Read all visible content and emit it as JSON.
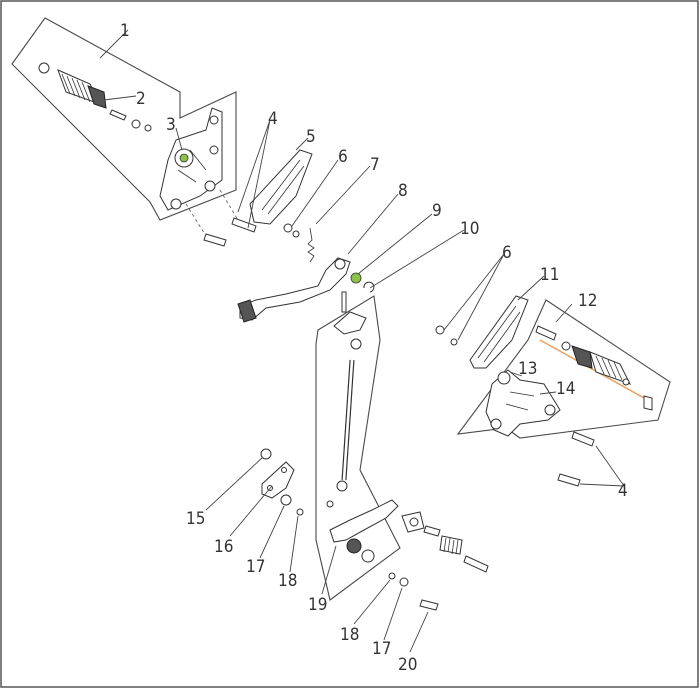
{
  "callouts": [
    {
      "id": "1",
      "label": "1"
    },
    {
      "id": "2",
      "label": "2"
    },
    {
      "id": "3",
      "label": "3"
    },
    {
      "id": "4a",
      "label": "4"
    },
    {
      "id": "5",
      "label": "5"
    },
    {
      "id": "6a",
      "label": "6"
    },
    {
      "id": "7",
      "label": "7"
    },
    {
      "id": "8",
      "label": "8"
    },
    {
      "id": "9",
      "label": "9"
    },
    {
      "id": "10",
      "label": "10"
    },
    {
      "id": "6b",
      "label": "6"
    },
    {
      "id": "11",
      "label": "11"
    },
    {
      "id": "12",
      "label": "12"
    },
    {
      "id": "13",
      "label": "13"
    },
    {
      "id": "14",
      "label": "14"
    },
    {
      "id": "4b",
      "label": "4"
    },
    {
      "id": "15",
      "label": "15"
    },
    {
      "id": "16",
      "label": "16"
    },
    {
      "id": "17a",
      "label": "17"
    },
    {
      "id": "18a",
      "label": "18"
    },
    {
      "id": "19",
      "label": "19"
    },
    {
      "id": "18b",
      "label": "18"
    },
    {
      "id": "17b",
      "label": "17"
    },
    {
      "id": "20",
      "label": "20"
    }
  ],
  "colors": {
    "line": "#444444",
    "frame": "#555555",
    "highlight_washer": "#8bc34a",
    "highlight_line": "#e8a060"
  }
}
